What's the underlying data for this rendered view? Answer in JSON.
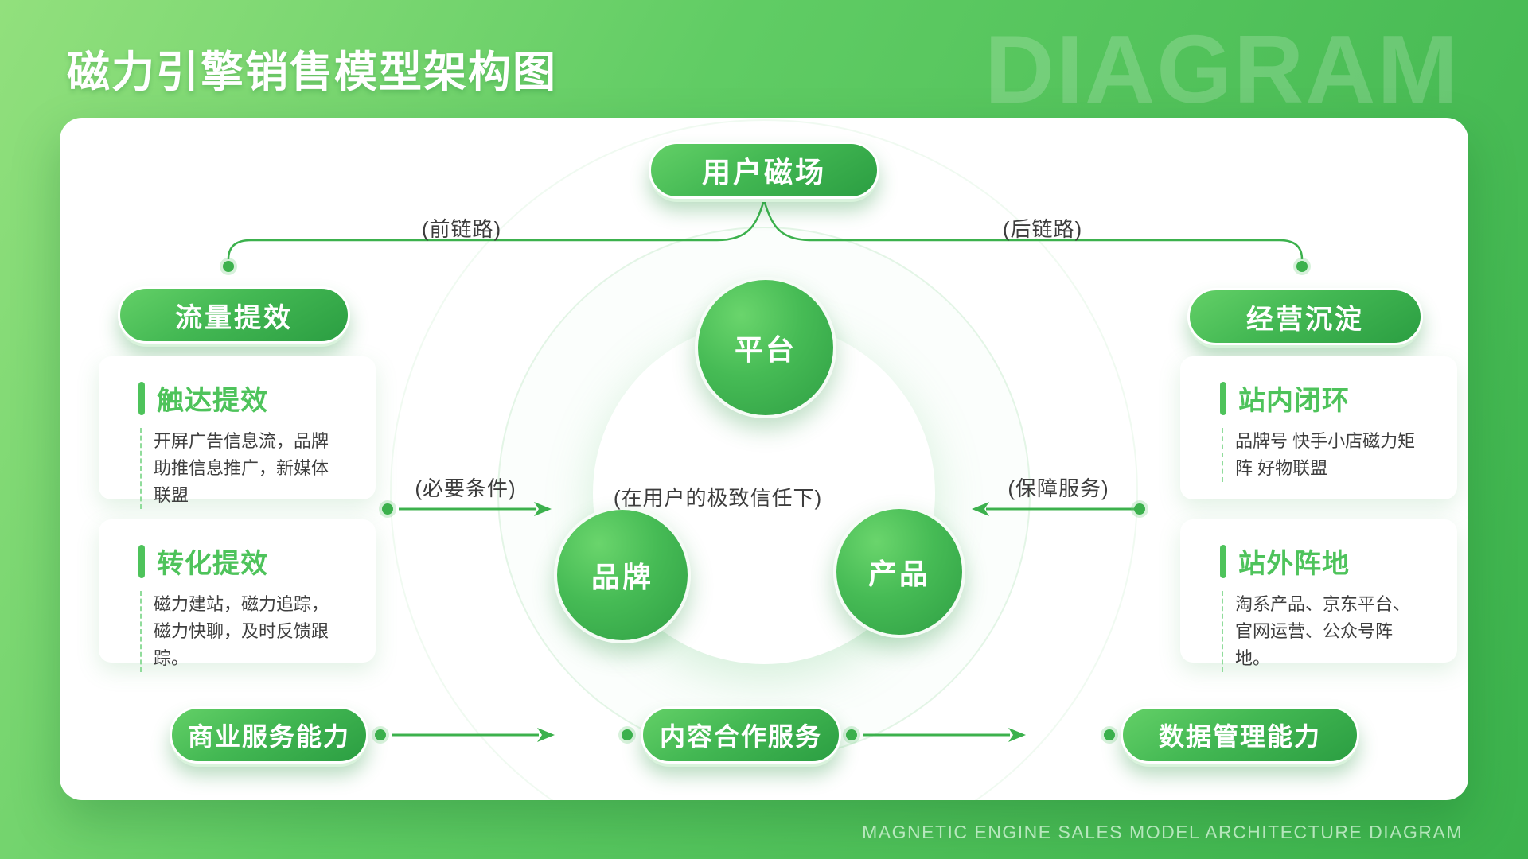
{
  "page": {
    "title": "磁力引擎销售模型架构图",
    "watermark": "DIAGRAM",
    "footer": "MAGNETIC ENGINE SALES MODEL ARCHITECTURE DIAGRAM"
  },
  "diagram": {
    "top_node": "用户磁场",
    "front_link_label": "(前链路)",
    "back_link_label": "(后链路)",
    "left_pill": "流量提效",
    "right_pill": "经营沉淀",
    "left_cards": [
      {
        "title": "触达提效",
        "body": "开屏广告信息流，品牌助推信息推广，新媒体联盟"
      },
      {
        "title": "转化提效",
        "body": "磁力建站，磁力追踪，磁力快聊，及时反馈跟踪。"
      }
    ],
    "right_cards": [
      {
        "title": "站内闭环",
        "body": "品牌号 快手小店磁力矩阵 好物联盟"
      },
      {
        "title": "站外阵地",
        "body": "淘系产品、京东平台、官网运营、公众号阵地。"
      }
    ],
    "circles": [
      {
        "label": "平台"
      },
      {
        "label": "品牌"
      },
      {
        "label": "产品"
      }
    ],
    "center_note": "(在用户的极致信任下)",
    "left_arrow_label": "(必要条件)",
    "right_arrow_label": "(保障服务)",
    "bottom_nodes": [
      "商业服务能力",
      "内容合作服务",
      "数据管理能力"
    ]
  },
  "colors": {
    "accent_green": "#3cb14d",
    "pill_gradient_start": "#63d067",
    "pill_gradient_end": "#2b9e42",
    "card_title_green": "#4ec35b",
    "body_text": "#3e3e3e",
    "background_start": "#92e07d",
    "background_end": "#3bb24c"
  }
}
